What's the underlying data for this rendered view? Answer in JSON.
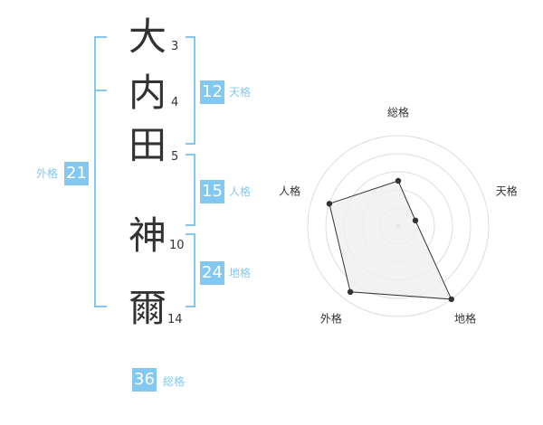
{
  "name": {
    "chars": [
      {
        "char": "大",
        "strokes": "3"
      },
      {
        "char": "内",
        "strokes": "4"
      },
      {
        "char": "田",
        "strokes": "5"
      },
      {
        "char": "神",
        "strokes": "10"
      },
      {
        "char": "爾",
        "strokes": "14"
      }
    ]
  },
  "kaku": {
    "tenkaku": {
      "value": "12",
      "label": "天格"
    },
    "jinkaku": {
      "value": "15",
      "label": "人格"
    },
    "chikaku": {
      "value": "24",
      "label": "地格"
    },
    "gaikaku": {
      "value": "21",
      "label": "外格"
    },
    "soukaku": {
      "value": "36",
      "label": "総格"
    }
  },
  "colors": {
    "accent": "#82c8f0",
    "text": "#333333",
    "grid": "#dddddd",
    "fill": "#efefef",
    "line": "#333333"
  },
  "chart_data": {
    "type": "radar",
    "axes": [
      "総格",
      "天格",
      "地格",
      "外格",
      "人格"
    ],
    "values": [
      0.5,
      0.2,
      1.0,
      0.9,
      0.8
    ],
    "max": 1.0,
    "rings": 5
  }
}
